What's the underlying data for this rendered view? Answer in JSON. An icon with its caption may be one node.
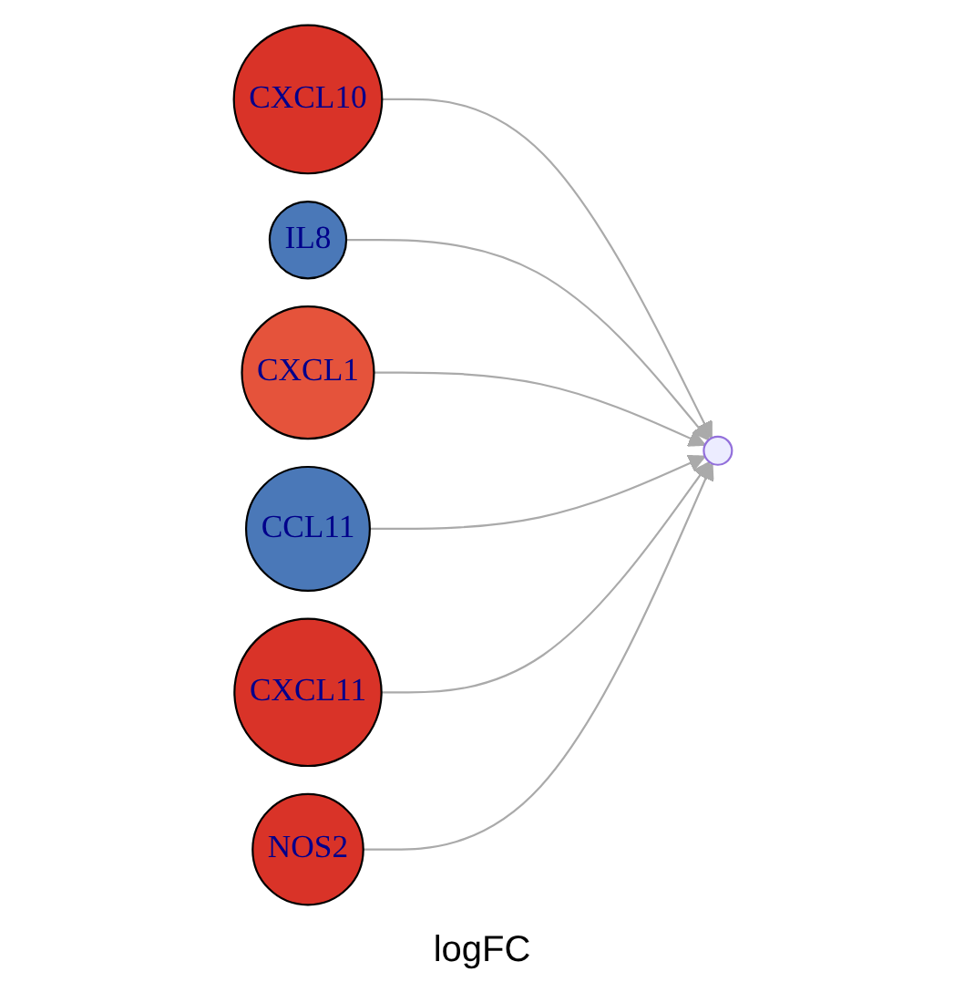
{
  "diagram": {
    "nodes": [
      {
        "text": [
          "CXCL10"
        ]
      },
      {
        "text": [
          "IL8"
        ]
      },
      {
        "text": [
          "CXCL1"
        ]
      },
      {
        "text": [
          "CCL11"
        ]
      },
      {
        "text": [
          "CXCL11"
        ]
      },
      {
        "text": [
          "NOS2"
        ]
      },
      {
        "text": [],
        "shape": "point"
      }
    ],
    "edges": [
      {
        "from": 0,
        "to": 6,
        "arrow": "to"
      },
      {
        "from": 1,
        "to": 6,
        "arrow": "to"
      },
      {
        "from": 2,
        "to": 6,
        "arrow": "to"
      },
      {
        "from": 3,
        "to": 6,
        "arrow": "to"
      },
      {
        "from": 4,
        "to": 6,
        "arrow": "to"
      },
      {
        "from": 5,
        "to": 6,
        "arrow": "to"
      }
    ],
    "labels": [
      "logFC"
    ]
  }
}
